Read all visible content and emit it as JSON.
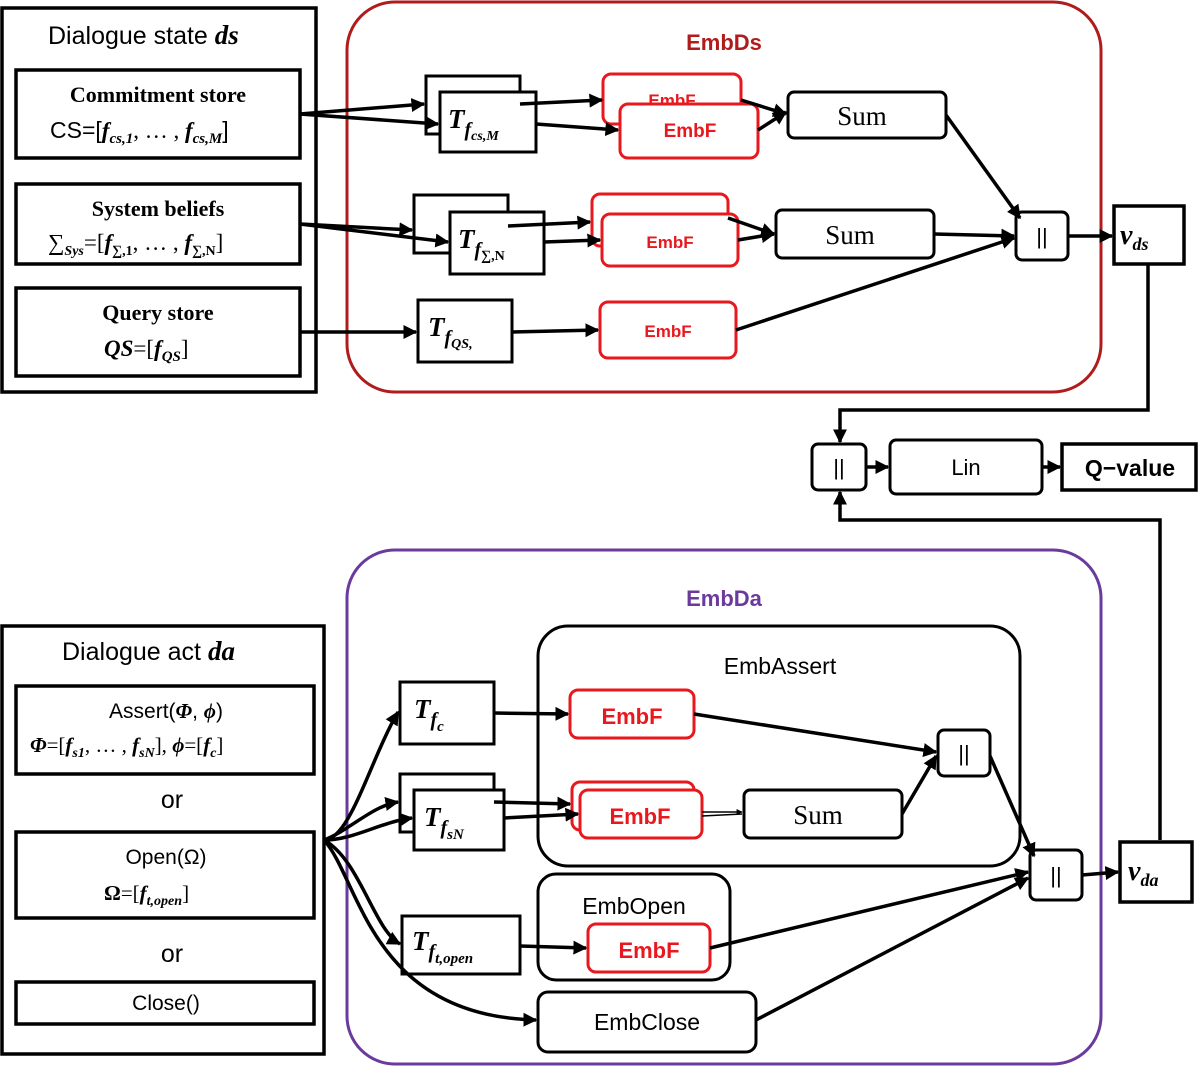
{
  "colors": {
    "embds": "#b01c1c",
    "embda": "#6a3a9c",
    "embf": "#e8191e",
    "line": "#000000"
  },
  "state": {
    "title": "Dialogue state ",
    "title_var": "ds",
    "cs": {
      "title": "Commitment store",
      "lhs": "CS=[",
      "f": "f",
      "sub1": "cs,1",
      "dots": ", … , ",
      "sub2": "cs,M",
      "rhs": "]"
    },
    "sys": {
      "title": "System beliefs",
      "lhs": "∑",
      "lhs_sub": "Sys",
      "eq": "=[",
      "f": "f",
      "sub1": "∑,1",
      "dots": ", … , ",
      "sub2": "∑,N",
      "rhs": "]"
    },
    "qs": {
      "title": "Query store",
      "lhs": "QS",
      "eq": "=[",
      "f": "f",
      "sub": "QS",
      "rhs": "]"
    }
  },
  "embds": {
    "label": "EmbDs",
    "t_cs_main": "T",
    "t_cs_f": "f",
    "t_cs_sub": "cs,M",
    "t_sys_main": "T",
    "t_sys_f": "f",
    "t_sys_sub": "∑,N",
    "t_qs_main": "T",
    "t_qs_f": "f",
    "t_qs_sub": "QS,",
    "embf_label": "EmbF",
    "embf_back_label": "EmbF",
    "sum1": "Sum",
    "sum2": "Sum",
    "concat": "||"
  },
  "vds": {
    "main": "v",
    "sub": "ds"
  },
  "mid": {
    "concat": "||",
    "lin": "Lin",
    "qvalue": "Q−value"
  },
  "act": {
    "title": "Dialogue act ",
    "title_var": "da",
    "assert": {
      "title": "Assert(",
      "Phi": "Φ",
      "comma": ", ",
      "phi": "ϕ",
      "close": ")",
      "line2_a": "Φ",
      "eq1": "=[",
      "f": "f",
      "sub1": "s1",
      "dots": ", … , ",
      "sub2": "sN",
      "mid": "], ",
      "line2_b": "ϕ",
      "eq2": "=[",
      "subc": "c",
      "end": "]"
    },
    "or1": "or",
    "open": {
      "title": "Open(Ω)",
      "lhs": "Ω",
      "eq": "=[",
      "f": "f",
      "sub": "t,open",
      "rhs": "]"
    },
    "or2": "or",
    "close": "Close()"
  },
  "embda": {
    "label": "EmbDa",
    "emb_assert": "EmbAssert",
    "emb_open": "EmbOpen",
    "emb_close": "EmbClose",
    "t_c_main": "T",
    "t_c_f": "f",
    "t_c_sub": "c",
    "t_sn_main": "T",
    "t_sn_f": "f",
    "t_sn_sub": "sN",
    "t_open_main": "T",
    "t_open_f": "f",
    "t_open_sub": "t,open",
    "embf_label": "EmbF",
    "sum": "Sum",
    "concat": "||"
  },
  "vda": {
    "main": "v",
    "sub": "da"
  }
}
